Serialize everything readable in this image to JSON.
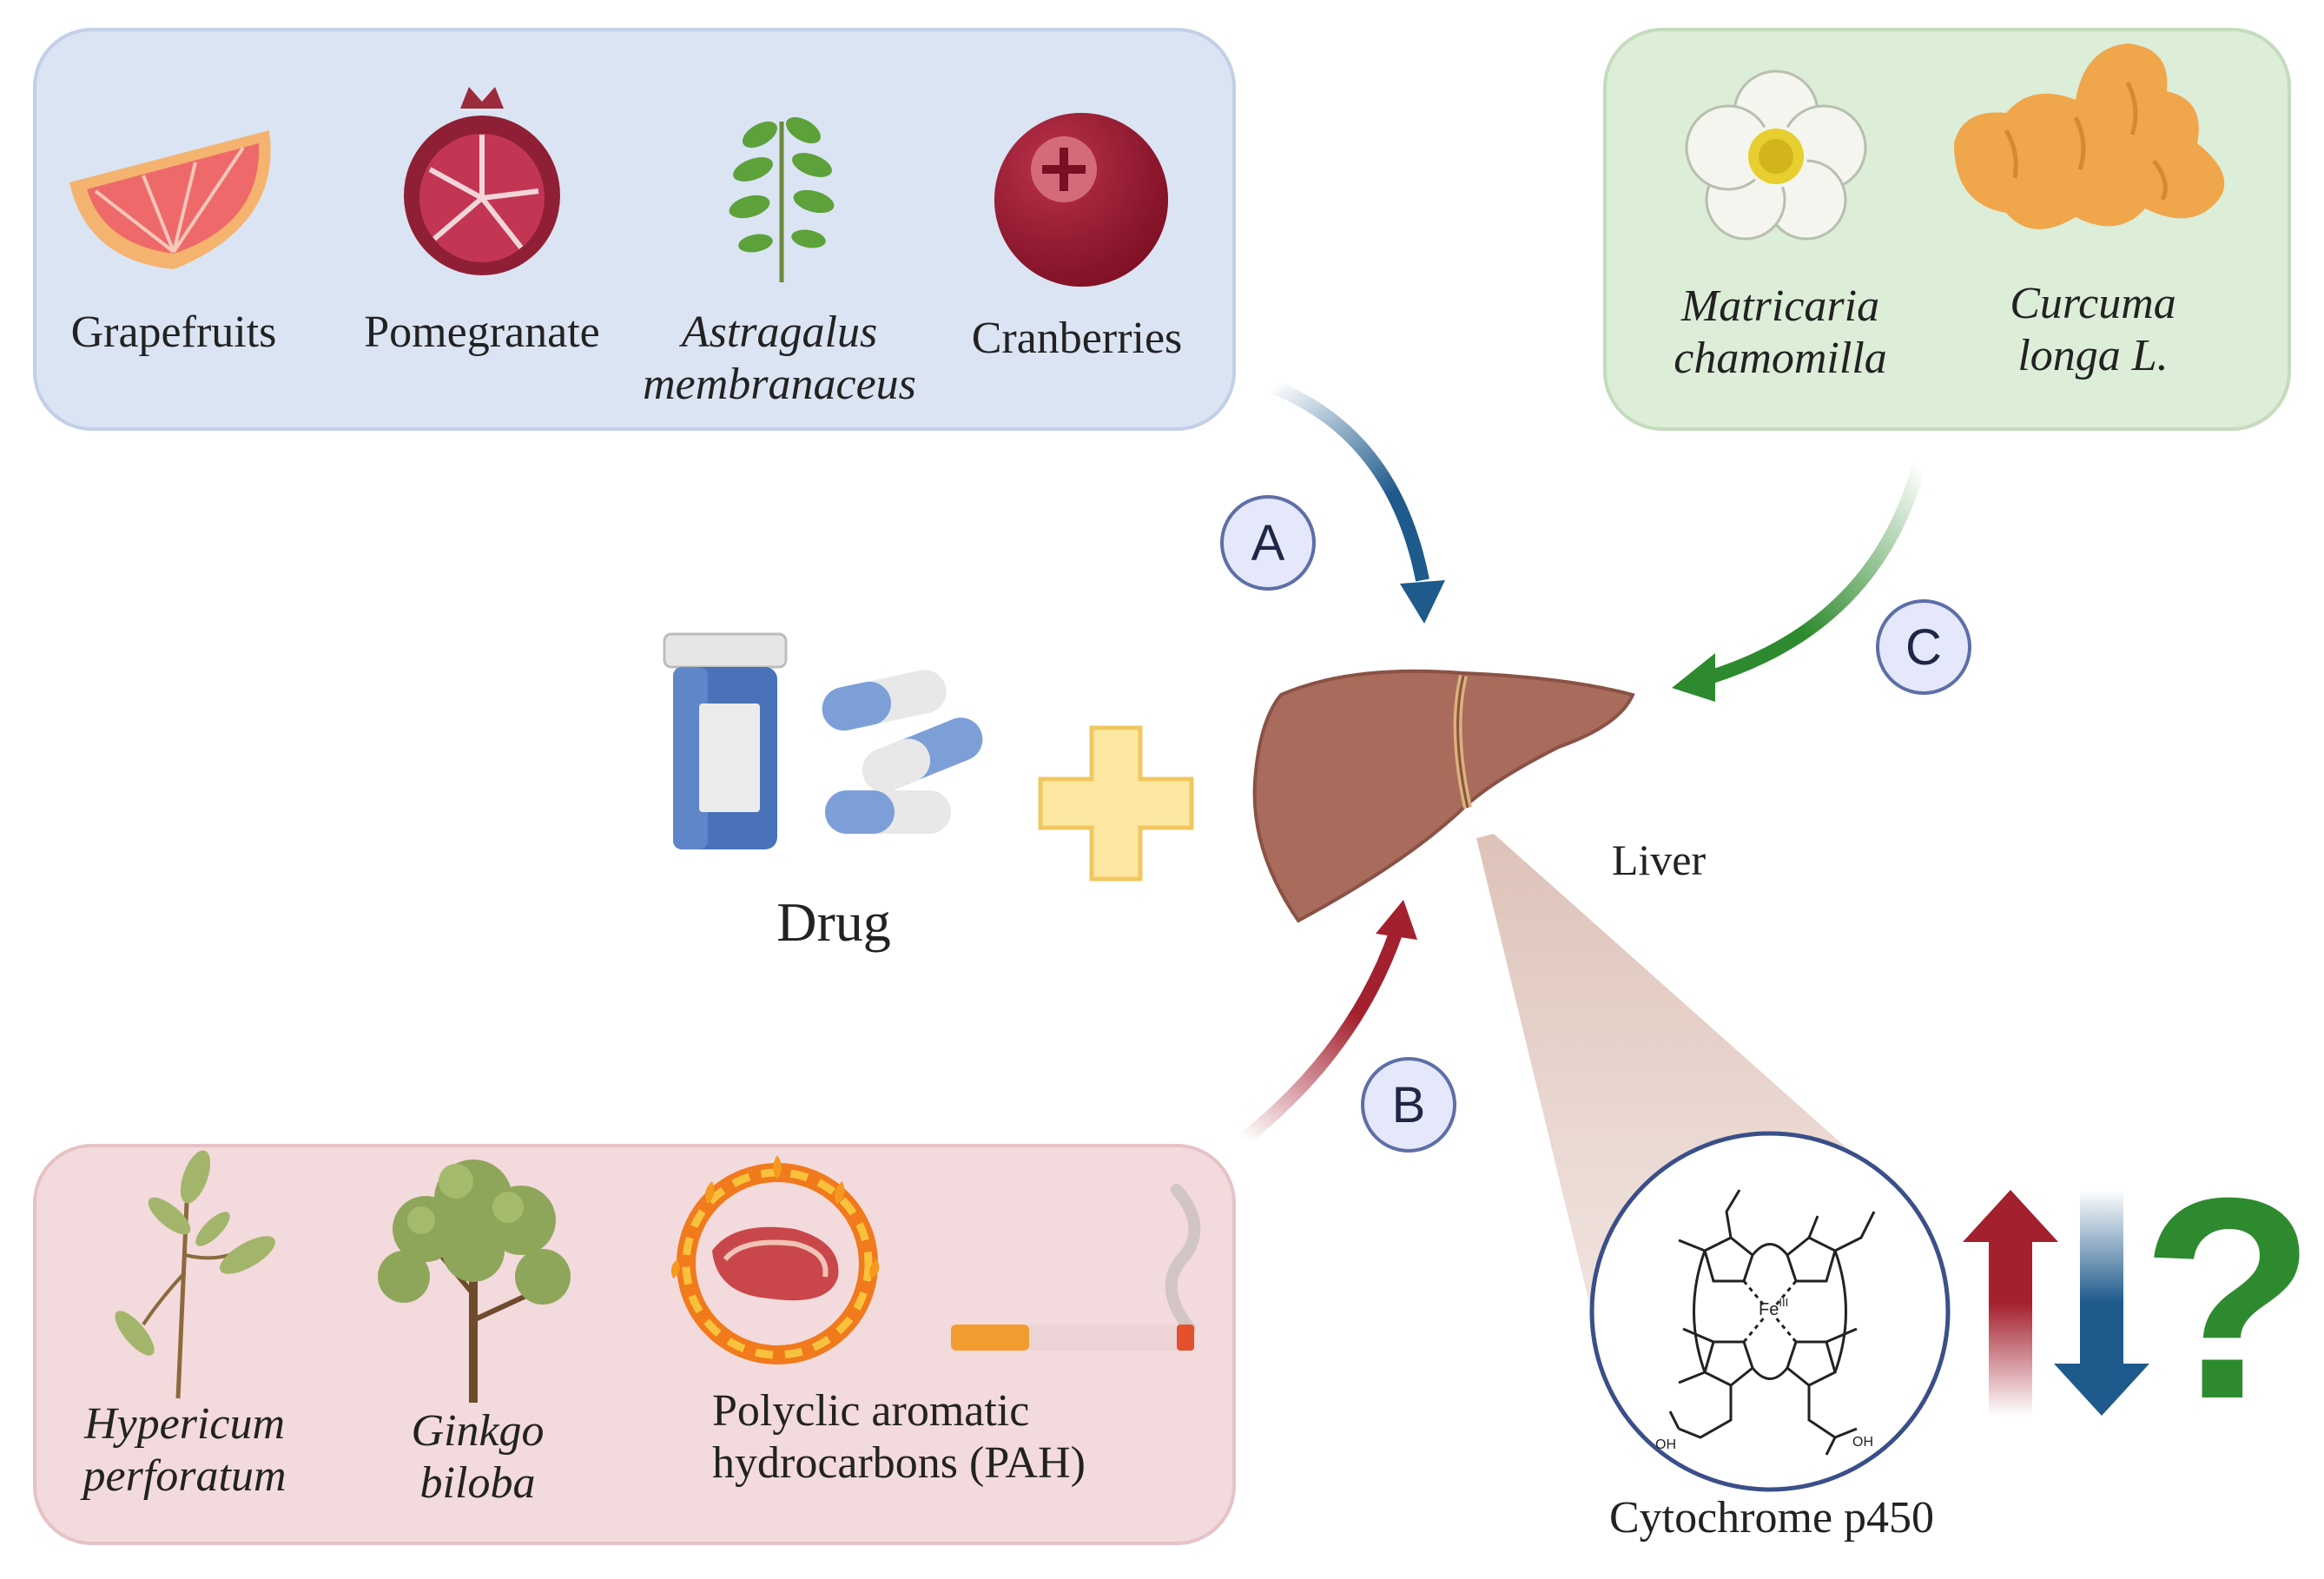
{
  "diagram": {
    "group_a": {
      "label": "A",
      "items": [
        "Grapefruits",
        "Pomegranate",
        "Astragalus membranaceus",
        "Cranberries"
      ],
      "item_lines": [
        [
          "Grapefruits"
        ],
        [
          "Pomegranate"
        ],
        [
          "Astragalus",
          "membranaceus"
        ],
        [
          "Cranberries"
        ]
      ],
      "italic": [
        false,
        false,
        true,
        false
      ],
      "box_color": "#dbe4f3",
      "arrow_color": "#1f5a8c"
    },
    "group_b": {
      "label": "B",
      "items": [
        "Hypericum perforatum",
        "Ginkgo biloba",
        "Polyclic aromatic hydrocarbons (PAH)"
      ],
      "item_lines": [
        [
          "Hypericum",
          "perforatum"
        ],
        [
          "Ginkgo",
          "biloba"
        ],
        [
          "Polyclic aromatic",
          "hydrocarbons (PAH)"
        ]
      ],
      "italic": [
        true,
        true,
        false
      ],
      "box_color": "#f3dadc",
      "arrow_color": "#a3202e"
    },
    "group_c": {
      "label": "C",
      "items": [
        "Matricaria chamomilla",
        "Curcuma longa L."
      ],
      "item_lines": [
        [
          "Matricaria",
          "chamomilla"
        ],
        [
          "Curcuma",
          "longa L."
        ]
      ],
      "italic": [
        true,
        true
      ],
      "box_color": "#dcedd8",
      "arrow_color": "#2e8a2e"
    },
    "drug_label": "Drug",
    "liver_label": "Liver",
    "enzyme_label": "Cytochrome p450",
    "enzyme_fe_label": "Fe",
    "enzyme_fe_superscript": "III",
    "enzyme_cooh_label": "OH",
    "plus_color": "#fbe7a1",
    "question_mark": "?",
    "effect_colors": {
      "increase": "#a3202e",
      "decrease": "#1f5a8c",
      "unknown": "#2e8a2e"
    }
  }
}
